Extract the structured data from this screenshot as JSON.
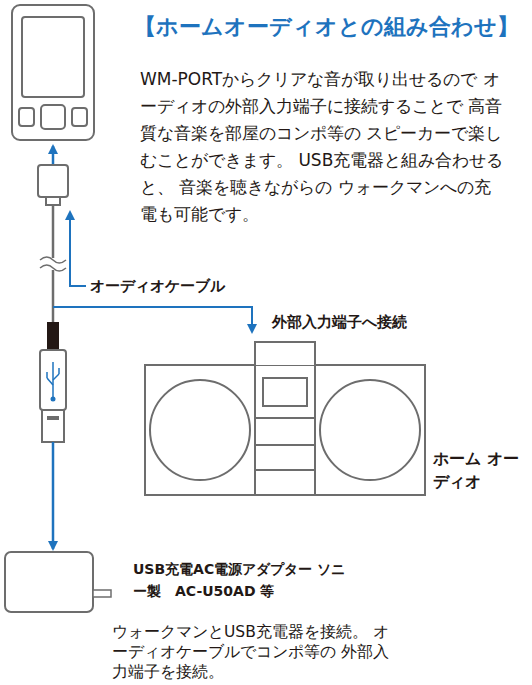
{
  "diagram": {
    "title": "【ホームオーディオとの組み合わせ】",
    "caption": "ウォークマンとUSB充電器を接続。 オーディオケーブルでコンポ等の 外部入力端子を接続。",
    "nodes": [
      {
        "text": [
          "ホーム オーディオ"
        ]
      },
      {
        "text": [
          "USB充電AC電源アダプター ソニー製　AC-U50AD 等"
        ]
      }
    ],
    "labels": [
      "WM-PORTからクリアな音が取り出せるので オーディオの外部入力端子に接続することで 高音質な音楽を部屋のコンポ等の スピーカーで楽しむことができます。 USB充電器と組み合わせると、 音楽を聴きながらの ウォークマンへの充電も可能です。",
      "オーディオケーブル",
      "外部入力端子へ接続"
    ]
  }
}
